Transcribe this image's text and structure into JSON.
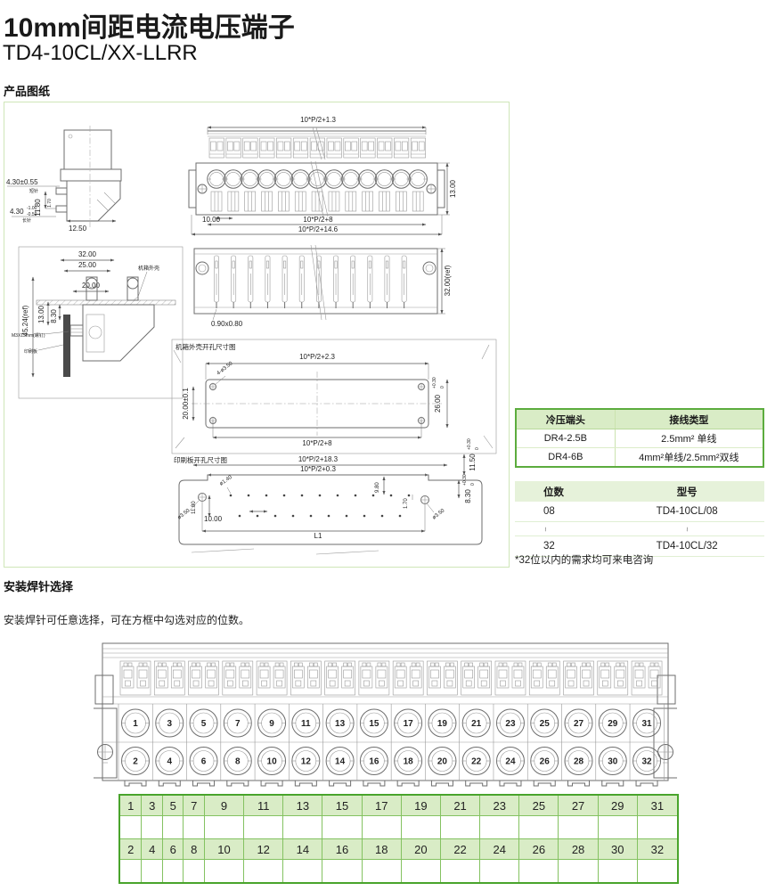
{
  "header": {
    "title": "10mm间距电流电压端子",
    "subtitle": "TD4-10CL/XX-LLRR"
  },
  "sections": {
    "drawing": "产品图纸",
    "pin_select": "安装焊针选择",
    "pin_select_desc": "安装焊针可任意选择，可在方框中勾选对应的位数。"
  },
  "dims": {
    "sv1": "4.30±0.55",
    "sv1n": "短针",
    "sv2": "11.80",
    "sv3": "1.70",
    "sv4": "4.30",
    "sv4a": "-1.00",
    "sv4b": "-0.50",
    "sv4n": "长针",
    "sv5": "12.50",
    "fv1": "10*P/2+1.3",
    "fv2": "13.00",
    "fv3": "10.00",
    "fv4": "10*P/2+8",
    "fv5": "10*P/2+14.6",
    "mv1": "32.00",
    "mv2": "25.00",
    "mv3": "20.00",
    "mv4": "45.24(ref)",
    "mv5": "13.00",
    "mv6": "8.30",
    "mvl1": "机箱外壳",
    "mvl2": "M3X13mm(螺钉)",
    "mvl3": "印刷板",
    "bv1": "0.90x0.80",
    "bv2": "32.00(ref)",
    "cc_title": "机箱外壳开孔尺寸图",
    "cc1": "10*P/2+2.3",
    "cc2": "4-ø3.50",
    "cc3": "20.00±0.1",
    "cc4": "26.00",
    "cc4a": "+0.30",
    "cc4b": "0",
    "cc5": "10*P/2+8",
    "pc_title": "印刷板开孔尺寸图",
    "pc1": "10*P/2+18.3",
    "pc2": "10*P/2+0.3",
    "pc3": "11.50",
    "pc3a": "+0.30",
    "pc3b": "0",
    "pc4": "9.80",
    "pc5": "ø1.40",
    "pc6": "ø3.50",
    "pc7": "11.80",
    "pc8": "10.00",
    "pc9": "1.70",
    "pc10": "ø3.50",
    "pc11": "8.30",
    "pc11a": "+0.30",
    "pc11b": "0",
    "pc12": "L1"
  },
  "tables": {
    "crimp": {
      "headers": [
        "冷压端头",
        "接线类型"
      ],
      "rows": [
        [
          "DR4-2.5B",
          "2.5mm² 单线"
        ],
        [
          "DR4-6B",
          "4mm²单线/2.5mm²双线"
        ]
      ]
    },
    "models": {
      "headers": [
        "位数",
        "型号"
      ],
      "rows": [
        [
          "08",
          "TD4-10CL/08"
        ],
        [
          "~",
          "~"
        ],
        [
          "32",
          "TD4-10CL/32"
        ]
      ],
      "footnote": "*32位以内的需求均可来电咨询"
    }
  },
  "terminal": {
    "odd": [
      1,
      3,
      5,
      7,
      9,
      11,
      13,
      15,
      17,
      19,
      21,
      23,
      25,
      27,
      29,
      31
    ],
    "even": [
      2,
      4,
      6,
      8,
      10,
      12,
      14,
      16,
      18,
      20,
      22,
      24,
      26,
      28,
      30,
      32
    ]
  },
  "colors": {
    "accent_green": "#49a42c",
    "light_green": "#d9ecc6",
    "pale_green": "#e6f2da",
    "cell_border_green": "#84c261",
    "panel_border": "#cfe6b8",
    "line": "#666666"
  }
}
